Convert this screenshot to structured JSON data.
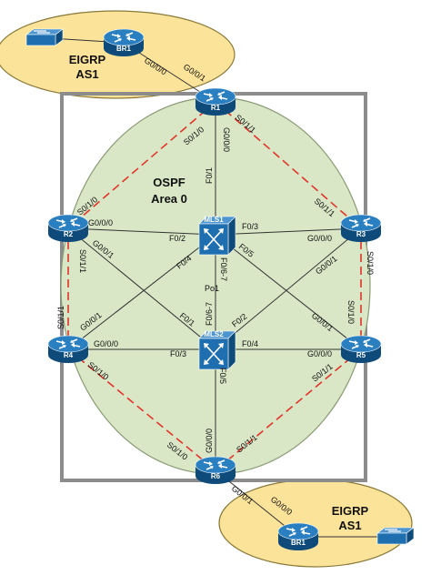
{
  "colors": {
    "eigrp_fill": "#fbe39a",
    "eigrp_stroke": "#8a7a3a",
    "ospf_fill": "#d9e7c6",
    "ospf_stroke": "#8a9a76",
    "frame_stroke": "#8c8c8c",
    "device_fill": "#1f6fb0",
    "device_dark": "#0e4a7a",
    "serial_dashed": "#e0352b",
    "link": "#333333"
  },
  "eigrp_top": {
    "title_line1": "EIGRP",
    "title_line2": "AS1"
  },
  "eigrp_bottom": {
    "title_line1": "EIGRP",
    "title_line2": "AS1"
  },
  "ospf": {
    "title_line1": "OSPF",
    "title_line2": "Area 0"
  },
  "devices": {
    "br1_top": "BR1",
    "br1_bottom": "BR1",
    "r1": "R1",
    "r2": "R2",
    "r3": "R3",
    "r4": "R4",
    "r5": "R5",
    "r6": "R6",
    "ms1": "MLS1",
    "ms2": "MLS2"
  },
  "switch_top_icon": "layer2-switch-icon",
  "switch_bottom_icon": "layer2-switch-icon",
  "interfaces": {
    "br1t_g000": "G0/0/0",
    "r1_g001": "G0/0/1",
    "r1_s010": "S0/1/0",
    "r1_g000": "G0/0/0",
    "r1_s011": "S0/1/1",
    "ms1_f01": "F0/1",
    "r2_s010": "S0/1/0",
    "r3_s011": "S0/1/1",
    "r2_g000": "G0/0/0",
    "ms1_f02": "F0/2",
    "ms1_f03": "F0/3",
    "r3_g000": "G0/0/0",
    "r2_g001": "G0/0/1",
    "r2_s011": "S0/1/1",
    "ms1_f04": "F0/4",
    "ms1_f05": "F0/5",
    "ms1_f067": "F0/6-7",
    "po1": "Po1",
    "ms2_f067": "F0/6-7",
    "r3_g001": "G0/0/1",
    "r3_s010": "S0/1/0",
    "r4_s011": "S0/1/1",
    "r4_g001": "G0/0/1",
    "ms2_f01": "F0/1",
    "ms2_f02": "F0/2",
    "r5_g001": "G0/0/1",
    "r5_s010": "S0/1/0",
    "r4_g000": "G0/0/0",
    "ms2_f03": "F0/3",
    "ms2_f04": "F0/4",
    "r5_g000": "G0/0/0",
    "r4_s010": "S0/1/0",
    "ms2_f05": "F0/5",
    "r5_s011": "S0/1/1",
    "r6_s010": "S0/1/0",
    "r6_g000": "G0/0/0",
    "r6_s011": "S0/1/1",
    "r6_g001": "G0/0/1",
    "br1b_g000": "G0/0/0"
  }
}
